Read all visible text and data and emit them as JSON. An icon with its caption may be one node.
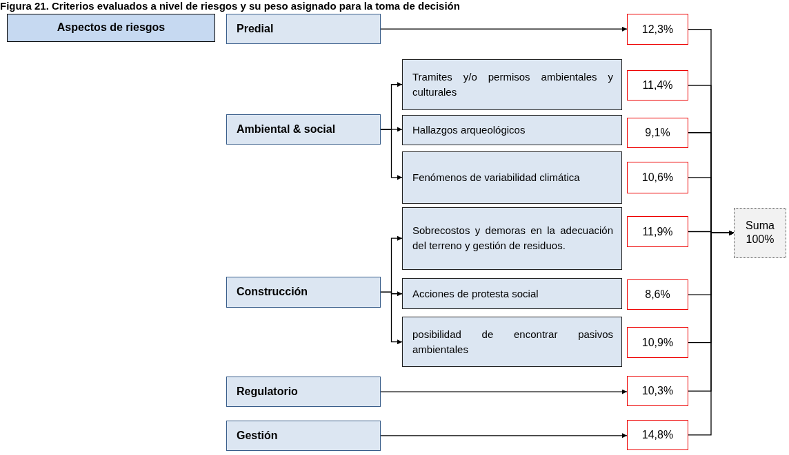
{
  "diagram": {
    "title": "Figura 21. Criterios evaluados a nivel de riesgos y su peso asignado para la toma de decisión",
    "nodes": [
      {
        "text": [
          "Aspectos de riesgos"
        ]
      },
      {
        "text": [
          "Predial"
        ]
      },
      {
        "text": [
          "Ambiental & social"
        ]
      },
      {
        "text": [
          "Construcción"
        ]
      },
      {
        "text": [
          "Regulatorio"
        ]
      },
      {
        "text": [
          "Gestión"
        ]
      },
      {
        "text": [
          "Tramites y/o permisos ambientales y culturales"
        ]
      },
      {
        "text": [
          "Hallazgos arqueológicos"
        ]
      },
      {
        "text": [
          "Fenómenos de variabilidad climática"
        ]
      },
      {
        "text": [
          "Sobrecostos y demoras en la adecuación del terreno y gestión de residuos."
        ]
      },
      {
        "text": [
          "Acciones de protesta social"
        ]
      },
      {
        "text": [
          "posibilidad de encontrar pasivos ambientales"
        ]
      },
      {
        "text": [
          "12,3%"
        ]
      },
      {
        "text": [
          "11,4%"
        ]
      },
      {
        "text": [
          "9,1%"
        ]
      },
      {
        "text": [
          "10,6%"
        ]
      },
      {
        "text": [
          "11,9%"
        ]
      },
      {
        "text": [
          "8,6%"
        ]
      },
      {
        "text": [
          "10,9%"
        ]
      },
      {
        "text": [
          "10,3%"
        ]
      },
      {
        "text": [
          "14,8%"
        ]
      },
      {
        "text": [
          "Suma 100%"
        ]
      }
    ],
    "edges": [
      {
        "from": 1,
        "to": 12,
        "arrow": "to"
      },
      {
        "from": 2,
        "to": 6,
        "arrow": "to"
      },
      {
        "from": 2,
        "to": 7,
        "arrow": "to"
      },
      {
        "from": 2,
        "to": 8,
        "arrow": "to"
      },
      {
        "from": 3,
        "to": 9,
        "arrow": "to"
      },
      {
        "from": 3,
        "to": 10,
        "arrow": "to"
      },
      {
        "from": 3,
        "to": 11,
        "arrow": "to"
      },
      {
        "from": 4,
        "to": 19,
        "arrow": "to"
      },
      {
        "from": 5,
        "to": 20,
        "arrow": "to"
      },
      {
        "from": 12,
        "to": 21,
        "arrow": "to"
      },
      {
        "from": 13,
        "to": 21,
        "arrow": "to"
      },
      {
        "from": 14,
        "to": 21,
        "arrow": "to"
      },
      {
        "from": 15,
        "to": 21,
        "arrow": "to"
      },
      {
        "from": 16,
        "to": 21,
        "arrow": "to"
      },
      {
        "from": 17,
        "to": 21,
        "arrow": "to"
      },
      {
        "from": 18,
        "to": 21,
        "arrow": "to"
      },
      {
        "from": 19,
        "to": 21,
        "arrow": "to"
      },
      {
        "from": 20,
        "to": 21,
        "arrow": "to"
      }
    ]
  }
}
